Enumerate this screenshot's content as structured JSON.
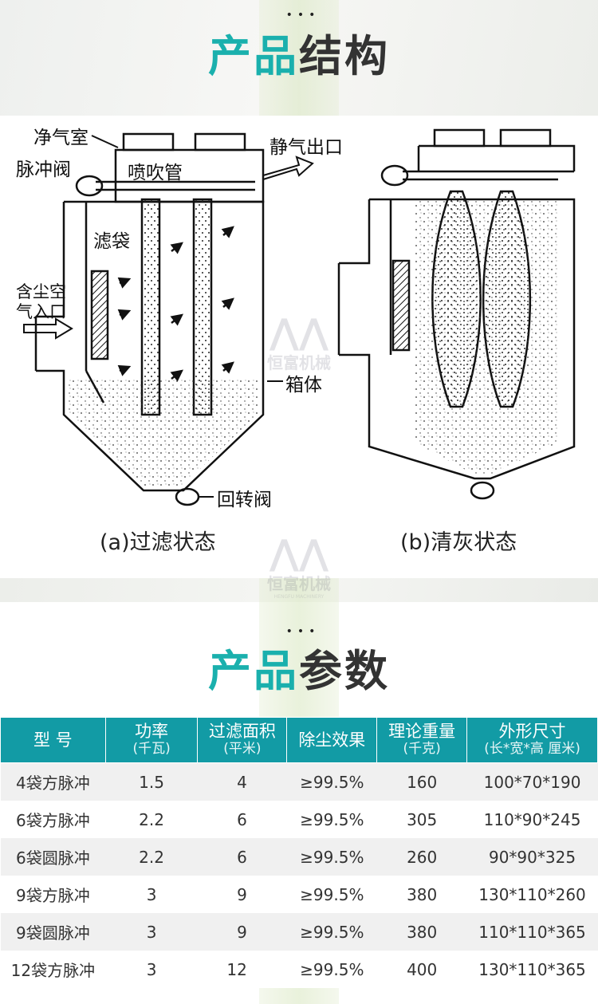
{
  "structure_section": {
    "title_teal": "产品",
    "title_dark": "结构",
    "dots": "•••"
  },
  "diagram": {
    "labels": {
      "clean_air_room": "净气室",
      "pulse_valve": "脉冲阀",
      "blow_pipe": "喷吹管",
      "clean_outlet": "静气出口",
      "filter_bag": "滤袋",
      "dusty_inlet_1": "含尘空",
      "dusty_inlet_2": "气入口",
      "box_body": "箱体",
      "rotary_valve": "回转阀"
    },
    "caption_a": "(a)过滤状态",
    "caption_b": "(b)清灰状态"
  },
  "params_section": {
    "title_teal": "产品",
    "title_dark": "参数",
    "dots": "•••"
  },
  "table": {
    "headers": [
      {
        "main": "型 号",
        "sub": ""
      },
      {
        "main": "功率",
        "sub": "(千瓦)"
      },
      {
        "main": "过滤面积",
        "sub": "(平米)"
      },
      {
        "main": "除尘效果",
        "sub": ""
      },
      {
        "main": "理论重量",
        "sub": "(千克)"
      },
      {
        "main": "外形尺寸",
        "sub": "(长*宽*高 厘米)"
      }
    ],
    "rows": [
      [
        "4袋方脉冲",
        "1.5",
        "4",
        "≥99.5%",
        "160",
        "100*70*190"
      ],
      [
        "6袋方脉冲",
        "2.2",
        "6",
        "≥99.5%",
        "305",
        "110*90*245"
      ],
      [
        "6袋圆脉冲",
        "2.2",
        "6",
        "≥99.5%",
        "260",
        "90*90*325"
      ],
      [
        "9袋方脉冲",
        "3",
        "9",
        "≥99.5%",
        "380",
        "130*110*260"
      ],
      [
        "9袋圆脉冲",
        "3",
        "9",
        "≥99.5%",
        "380",
        "110*110*365"
      ],
      [
        "12袋方脉冲",
        "3",
        "12",
        "≥99.5%",
        "400",
        "130*110*365"
      ]
    ]
  },
  "watermark": {
    "logo_text": "恒富机械",
    "logo_sub": "HENGFU MACHINERY"
  },
  "colors": {
    "teal": "#1ab0ad",
    "table_header": "#129ba5",
    "title_dark": "#333333"
  }
}
